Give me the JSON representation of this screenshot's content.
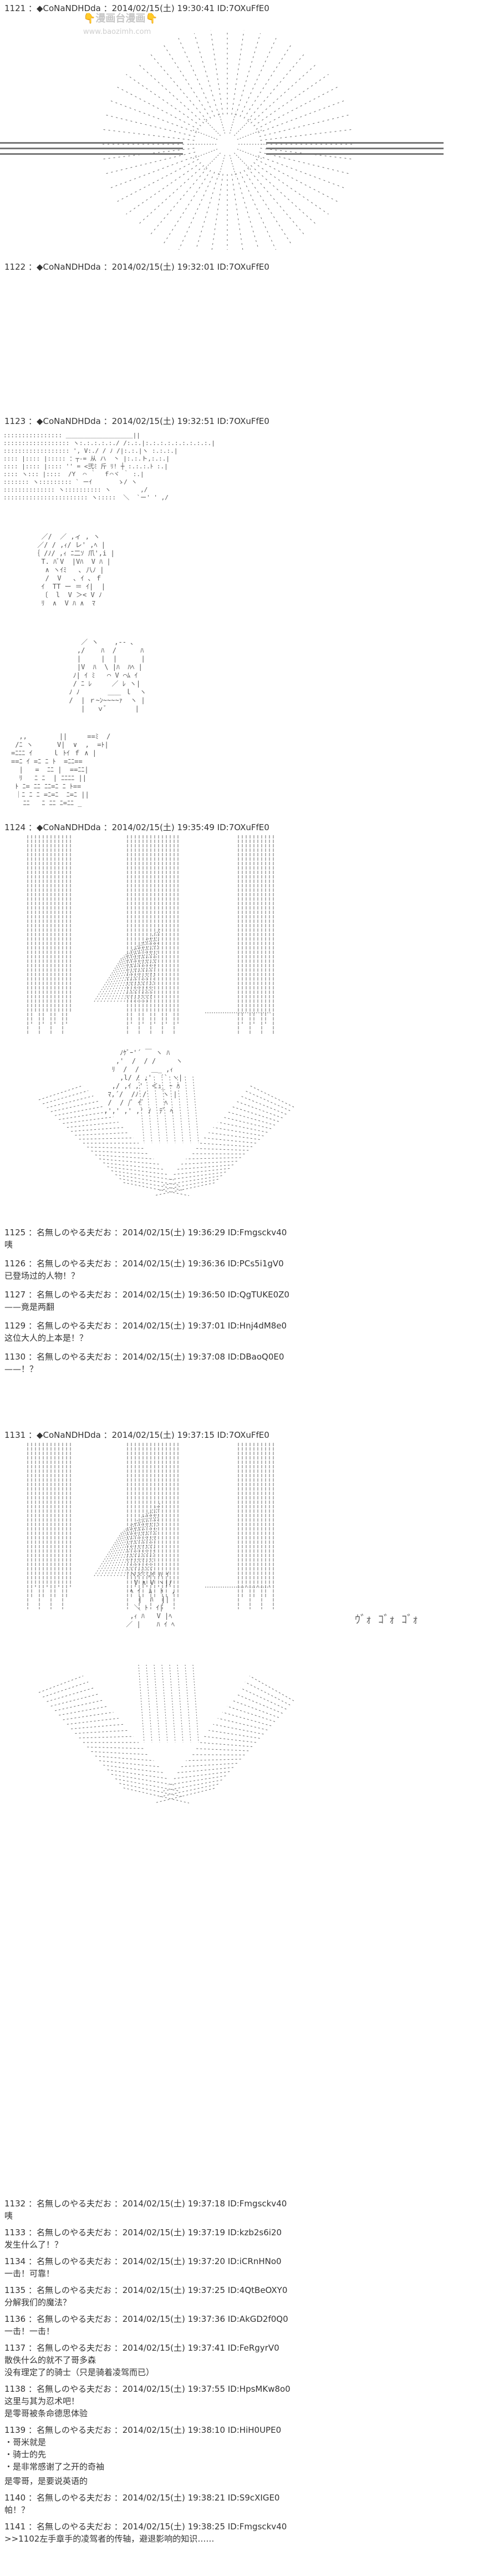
{
  "watermark": {
    "name": "漫画台漫画",
    "url": "www.baozimh.com"
  },
  "posts": [
    {
      "no": "1121",
      "header": "1121 ：◆CoNaNDHDda ：2014/02/15(土) 19:30:41 ID:7OXuFfE0"
    },
    {
      "no": "1122",
      "header": "1122 ：◆CoNaNDHDda ：2014/02/15(土) 19:32:01 ID:7OXuFfE0"
    },
    {
      "no": "1123",
      "header": "1123 ：◆CoNaNDHDda ：2014/02/15(土) 19:32:51 ID:7OXuFfE0"
    },
    {
      "no": "1124",
      "header": "1124 ：◆CoNaNDHDda ：2014/02/15(土) 19:35:49 ID:7OXuFfE0"
    },
    {
      "no": "1131",
      "header": "1131 ：◆CoNaNDHDda ：2014/02/15(土) 19:37:15 ID:7OXuFfE0"
    }
  ],
  "replies_a": [
    {
      "header": "1125 ：名無しのやる夫だお ：2014/02/15(土) 19:36:29 ID:Fmgsckv40",
      "msg": "咦"
    },
    {
      "header": "1126 ：名無しのやる夫だお ：2014/02/15(土) 19:36:36 ID:PCs5i1gV0",
      "msg": "已登场过的人物！？"
    },
    {
      "header": "1127 ：名無しのやる夫だお ：2014/02/15(土) 19:36:50 ID:QgTUKE0Z0",
      "msg": "——竟是两翻"
    },
    {
      "header": "1129 ：名無しのやる夫だお ：2014/02/15(土) 19:37:01 ID:Hnj4dM8e0",
      "msg": "这位大人的上本是！？"
    },
    {
      "header": "1130 ：名無しのやる夫だお ：2014/02/15(土) 19:37:08 ID:DBaoQ0E0",
      "msg": "——！？"
    }
  ],
  "replies_b": [
    {
      "header": "1132 ：名無しのやる夫だお ：2014/02/15(土) 19:37:18 ID:Fmgsckv40",
      "msg": "咦"
    },
    {
      "header": "1133 ：名無しのやる夫だお ：2014/02/15(土) 19:37:19 ID:kzb2s6i20",
      "msg": "发生什么了！？"
    },
    {
      "header": "1134 ：名無しのやる夫だお ：2014/02/15(土) 19:37:20 ID:iCRnHNo0",
      "msg": "一击！可靠！"
    },
    {
      "header": "1135 ：名無しのやる夫だお ：2014/02/15(土) 19:37:25 ID:4QtBeOXY0",
      "msg": "分解我们的魔法？"
    },
    {
      "header": "1136 ：名無しのやる夫だお ：2014/02/15(土) 19:37:36 ID:AkGD2f0Q0",
      "msg": "一击！一击！"
    },
    {
      "header": "1137 ：名無しのやる夫だお ：2014/02/15(土) 19:37:41 ID:FeRgyrV0",
      "msg": "散佚什么的就不了哥多森\n没有理定了的骑士（只是骑着凌驾而已）"
    },
    {
      "header": "1138 ：名無しのやる夫だお ：2014/02/15(土) 19:37:55 ID:HpsMKw8o0",
      "msg": "这里与其为忍术吧！\n是零哥被条命德思体验"
    },
    {
      "header": "1139 ：名無しのやる夫だお ：2014/02/15(土) 19:38:10 ID:HiH0UPE0",
      "msg": "・哥米就是\n・骑士的先\n・是非常感谢了之开的奇袖"
    },
    {
      "header": "",
      "msg": "是零哥，是要说英语的"
    },
    {
      "header": "1140 ：名無しのやる夫だお ：2014/02/15(土) 19:38:21 ID:S9cXIGE0",
      "msg": "帕！？"
    },
    {
      "header": "1141 ：名無しのやる夫だお ：2014/02/15(土) 19:38:25 ID:Fmgsckv40",
      "msg": ">>1102左手章手的凌驾者的传轴，避退影响的知识……"
    }
  ],
  "aa_text": {
    "panel3_top": ":::::::::::::::: ＿＿＿＿＿＿＿＿＿＿＿||\n:::::::::::::::::: ヽ:.:.:.:.:./ /:.:.|:.:.:.:.:.:.:.:.:.|\n:::::::::::::::::: ', V:./ / ﾉ /|:.:.|ヽ :.:.:.|\n:::: |:::: |::::: ：┬-= 从 ハ  丶 |:.:.ト,:.:.|\n:::: |:::: |:::: '' = <弐ﾐ 斤 ﾘ! ┼ :.:.:.ﾄ :.|\n:::: ヽ::: |::::  /Y  ⌒ ｀  ｆ⌒ヾ ｀ :.|\n::::::: ヽ::::::::: ` ーｲ       ゝ/ ヽ \n:::::::::::::: ヽ:::::::::: ヽ        ,/ \n::::::::::::::::::::::: ヽ:::::  ＼  `ー' ' ,/",
    "panel3_mid": "  ／/  ／ ,ィ , ヽ\n ／/ / ,ｨ/ レ' ,ﾍ |\n｛ /ﾉ/ ,ｨ ﾆ二ｿ 爪',i |\n  T. ﾊﾞV  |Vﾊ  V ﾊ |\n   ∧ ヽｲﾐ   ､ 八ﾉ |\n   /  V   ､ ｲ ､ ｆ\n  ｲ  TT ー ＝ ｲ|  |\n  〔  l  V ＞< V ﾉ \n  ﾘ  ∧  V ﾊ ∧  ﾏ",
    "panel3_low": "     ／ ヽ    ,-‐ 、\n    ,/    ﾊ  /      ﾊ\n    |     |  |      |\n    |V  ﾊ  \\ |ﾊ  ﾊﾍ |\n   ﾉ| ｲ ﾐ   ⌒ V ⌒ﾑ ｲ\n   / ﾆ ﾚ     ／ ﾚ ヽ|\n  ﾉ ﾉ       ＿＿ ｌ  ヽ\n  /  | ｒ~ﾝ~~~~ｧ  ヽ |\n     |   ｖﾞ       |",
    "panel3_bot": "  ,,        ||     ==ﾐ  /\n /ﾆ ヽ      V|  ∨  ,  =ﾄ|\n=ﾆﾆﾆ ｲ     ｌ ﾄｲ ｆ ∧ |\n==ﾆ ｲ =ﾆ ﾆ ﾄ  =ﾆﾆ==\n  |   =  ﾆﾆ |  ==ﾆﾆ| \n  ﾘ   ﾆ ﾆ  | ﾆﾆﾆﾆ ||\n ﾄ ﾆ= ﾆﾆ ﾆﾆ=ﾆ ﾆ ﾄ==  \n ｜ﾆ ﾆ ﾆ =ﾆ=ﾆ  ﾆ=ﾆ ||\n   ﾆﾆ   ﾆ ﾆﾆ ﾆ=ﾆﾆ _",
    "panel4_mid": "     ﾉｹﾞｰ'´ ￣ ヽ ﾊ\n    ,'  /  / /     ヽ\n   ﾘ  /  /   ＿_ ,ｨ\n     ,l/ / ,'  ´` ヽ|\n   ,/ ,ｲ ,'  ＜ｭ_ ｰ ﾊ\n  ﾏ,´/  /ﾉ /    ヽ |\n  /  / /ﾞ ｲﾞ     ﾍ\n ,',' ,' ,' ﾉ  ﾃﾟ ﾍ",
    "panel5_mid": "  ヽ／ ,ｲ ﾊ ｲ \n   V ∧ V ヽ|ﾉ\n  ﾍ ｲ  ﾑ  ﾄ  ,\n    |  ﾊ  ||\n   ＼ ﾄ  ｲ|\n  ,ｨ ﾊ   V |ﾍ\n ／ |    ﾊ ｲ ﾍ",
    "sfx": "ｳﾞｫ ｺﾞｫ ｺﾞｫ"
  }
}
